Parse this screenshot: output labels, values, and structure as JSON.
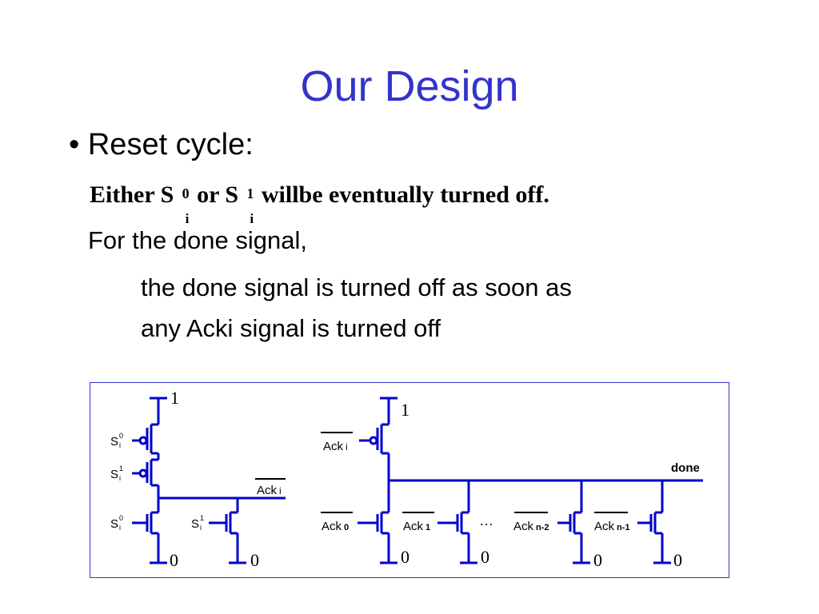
{
  "slide": {
    "title": "Our Design",
    "bullet": "• Reset cycle:",
    "statement": {
      "either": "Either",
      "s": "S",
      "sup0": "0",
      "sup1": "1",
      "sub": "i",
      "or": "or",
      "rest": "willbe eventually turned off."
    },
    "done_intro": "For the done signal,",
    "done_line1": "the done signal is turned off as soon as",
    "done_line2": "any Acki signal is turned off"
  },
  "circuit": {
    "wire_color": "#0000cc",
    "left": {
      "vdd": "1",
      "gnd1": "0",
      "gnd2": "0",
      "s_label": "S",
      "sub": "i",
      "sup0": "0",
      "sup1": "1",
      "output": "Ack",
      "output_sub": "i"
    },
    "right": {
      "vdd": "1",
      "pmos_input": "Ack",
      "pmos_input_sub": "i",
      "output": "done",
      "ack_labels": [
        {
          "base": "Ack",
          "sub": "0"
        },
        {
          "base": "Ack",
          "sub": "1"
        },
        {
          "base": "Ack",
          "sub": "n-2"
        },
        {
          "base": "Ack",
          "sub": "n-1"
        }
      ],
      "ellipsis": "…",
      "grounds": [
        "0",
        "0",
        "0",
        "0"
      ]
    }
  }
}
